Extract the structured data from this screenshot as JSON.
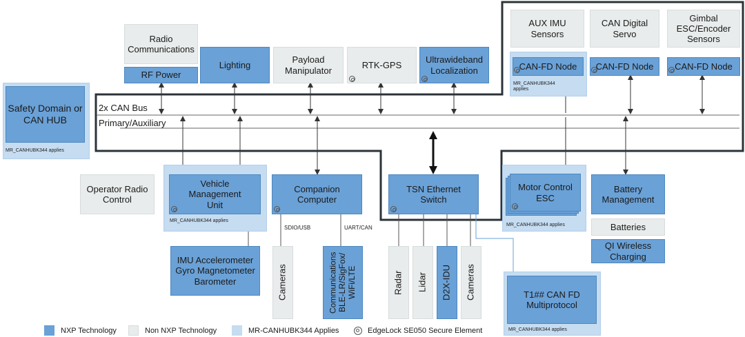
{
  "boxes": {
    "safety": "Safety Domain or CAN HUB",
    "radio_comm": "Radio Communications",
    "rf_power": "RF Power",
    "lighting": "Lighting",
    "payload": "Payload Manipulator",
    "rtk": "RTK-GPS",
    "uwb": "Ultrawideband Localization",
    "aux_imu": "AUX IMU Sensors",
    "can_servo": "CAN Digital Servo",
    "gimbal": "Gimbal ESC/Encoder Sensors",
    "canfd_1": "CAN-FD Node",
    "canfd_2": "CAN-FD Node",
    "canfd_3": "CAN-FD Node",
    "operator": "Operator Radio Control",
    "vmu": "Vehicle Management Unit",
    "companion": "Companion Computer",
    "tsn": "TSN Ethernet Switch",
    "motor": "Motor Control ESC",
    "battery_mgmt": "Battery Management",
    "batteries": "Batteries",
    "qi": "QI Wireless Charging",
    "imu": "IMU Accelerometer Gyro Magnetometer Barometer",
    "t1": "T1## CAN FD Multiprotocol"
  },
  "vertical": {
    "cam_left": "Cameras",
    "comms": "Communications BLE-LR/SigFox/ WiFi/LTE",
    "radar": "Radar",
    "lidar": "Lidar",
    "d2x": "D2X-IDU",
    "cam_right": "Cameras"
  },
  "bus": {
    "can": "2x CAN Bus",
    "primary": "Primary/Auxiliary"
  },
  "links": {
    "sdio": "SDIO/USB",
    "uart": "UART/CAN"
  },
  "notes": {
    "mr": "MR_CANHUBK344 applies",
    "mr_wrap": "MR_CANHUBK344\napplies"
  },
  "legend": {
    "nxp": "NXP Technology",
    "non": "Non NXP Technology",
    "mr": "MR-CANHUBK344 Applies",
    "se": "EdgeLock SE050 Secure Element"
  },
  "colors": {
    "nxp": "#6aa1d7",
    "non_nxp": "#e9ecec",
    "mr_applies": "#c5dcf1",
    "outline": "#2b3338"
  }
}
